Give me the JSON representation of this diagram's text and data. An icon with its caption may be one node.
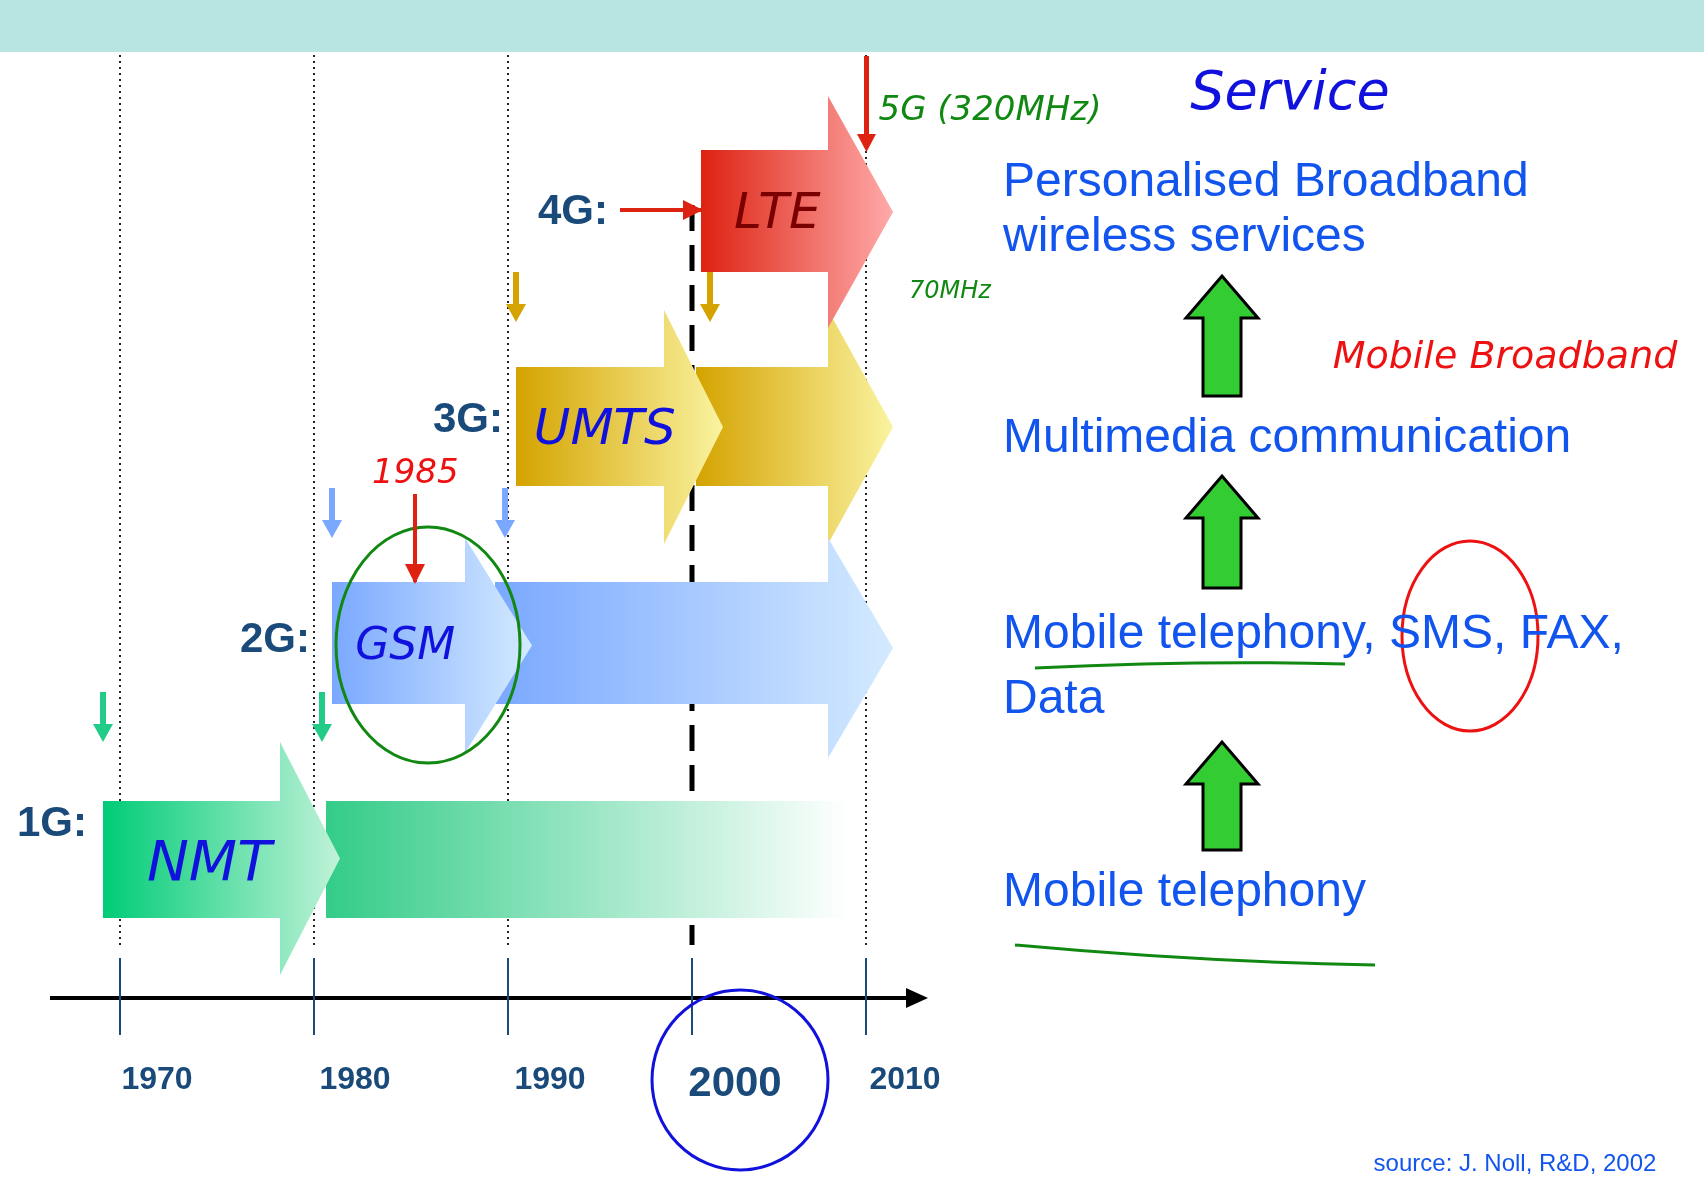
{
  "diagram": {
    "nodes": [
      {
        "text": [
          "Personalised Broadband wireless services"
        ]
      },
      {
        "text": [
          "Multimedia communication"
        ]
      },
      {
        "text": [
          "Mobile telephony, SMS, FAX, Data"
        ]
      },
      {
        "text": [
          "Mobile telephony"
        ]
      },
      {
        "text": [
          "4G:"
        ]
      },
      {
        "text": [
          "LTE"
        ],
        "beside": [
          "70MHz"
        ]
      },
      {
        "text": [
          "1985"
        ]
      },
      {
        "text": [
          "GSM"
        ],
        "beside": [
          "2G:"
        ]
      },
      {
        "text": [
          "UMTS"
        ],
        "beside": [
          "3G:"
        ]
      },
      {
        "text": [],
        "shape": "arrow"
      },
      {
        "text": [],
        "shape": "arrow"
      },
      {
        "text": [
          "NMT"
        ],
        "beside": [
          "1G:"
        ]
      },
      {
        "text": [],
        "shape": "bar"
      }
    ],
    "edges": [
      {
        "from": 3,
        "to": 2,
        "arrow": "to",
        "style": "thick",
        "color": "#33cc33"
      },
      {
        "from": 2,
        "to": 1,
        "arrow": "to",
        "style": "thick",
        "color": "#33cc33"
      },
      {
        "from": 1,
        "to": 0,
        "arrow": "to",
        "style": "thick",
        "color": "#33cc33"
      },
      {
        "from": 4,
        "to": 5,
        "arrow": "to",
        "color": "#dd2211"
      },
      {
        "from": 6,
        "to": 7,
        "arrow": "to",
        "color": "#dd2211"
      }
    ],
    "labels": [
      "5G (320MHz)",
      "Service",
      "Mobile Broadband",
      "1970",
      "1980",
      "1990",
      "2000",
      "2010",
      "source: J. Noll, R&D, 2002"
    ]
  }
}
